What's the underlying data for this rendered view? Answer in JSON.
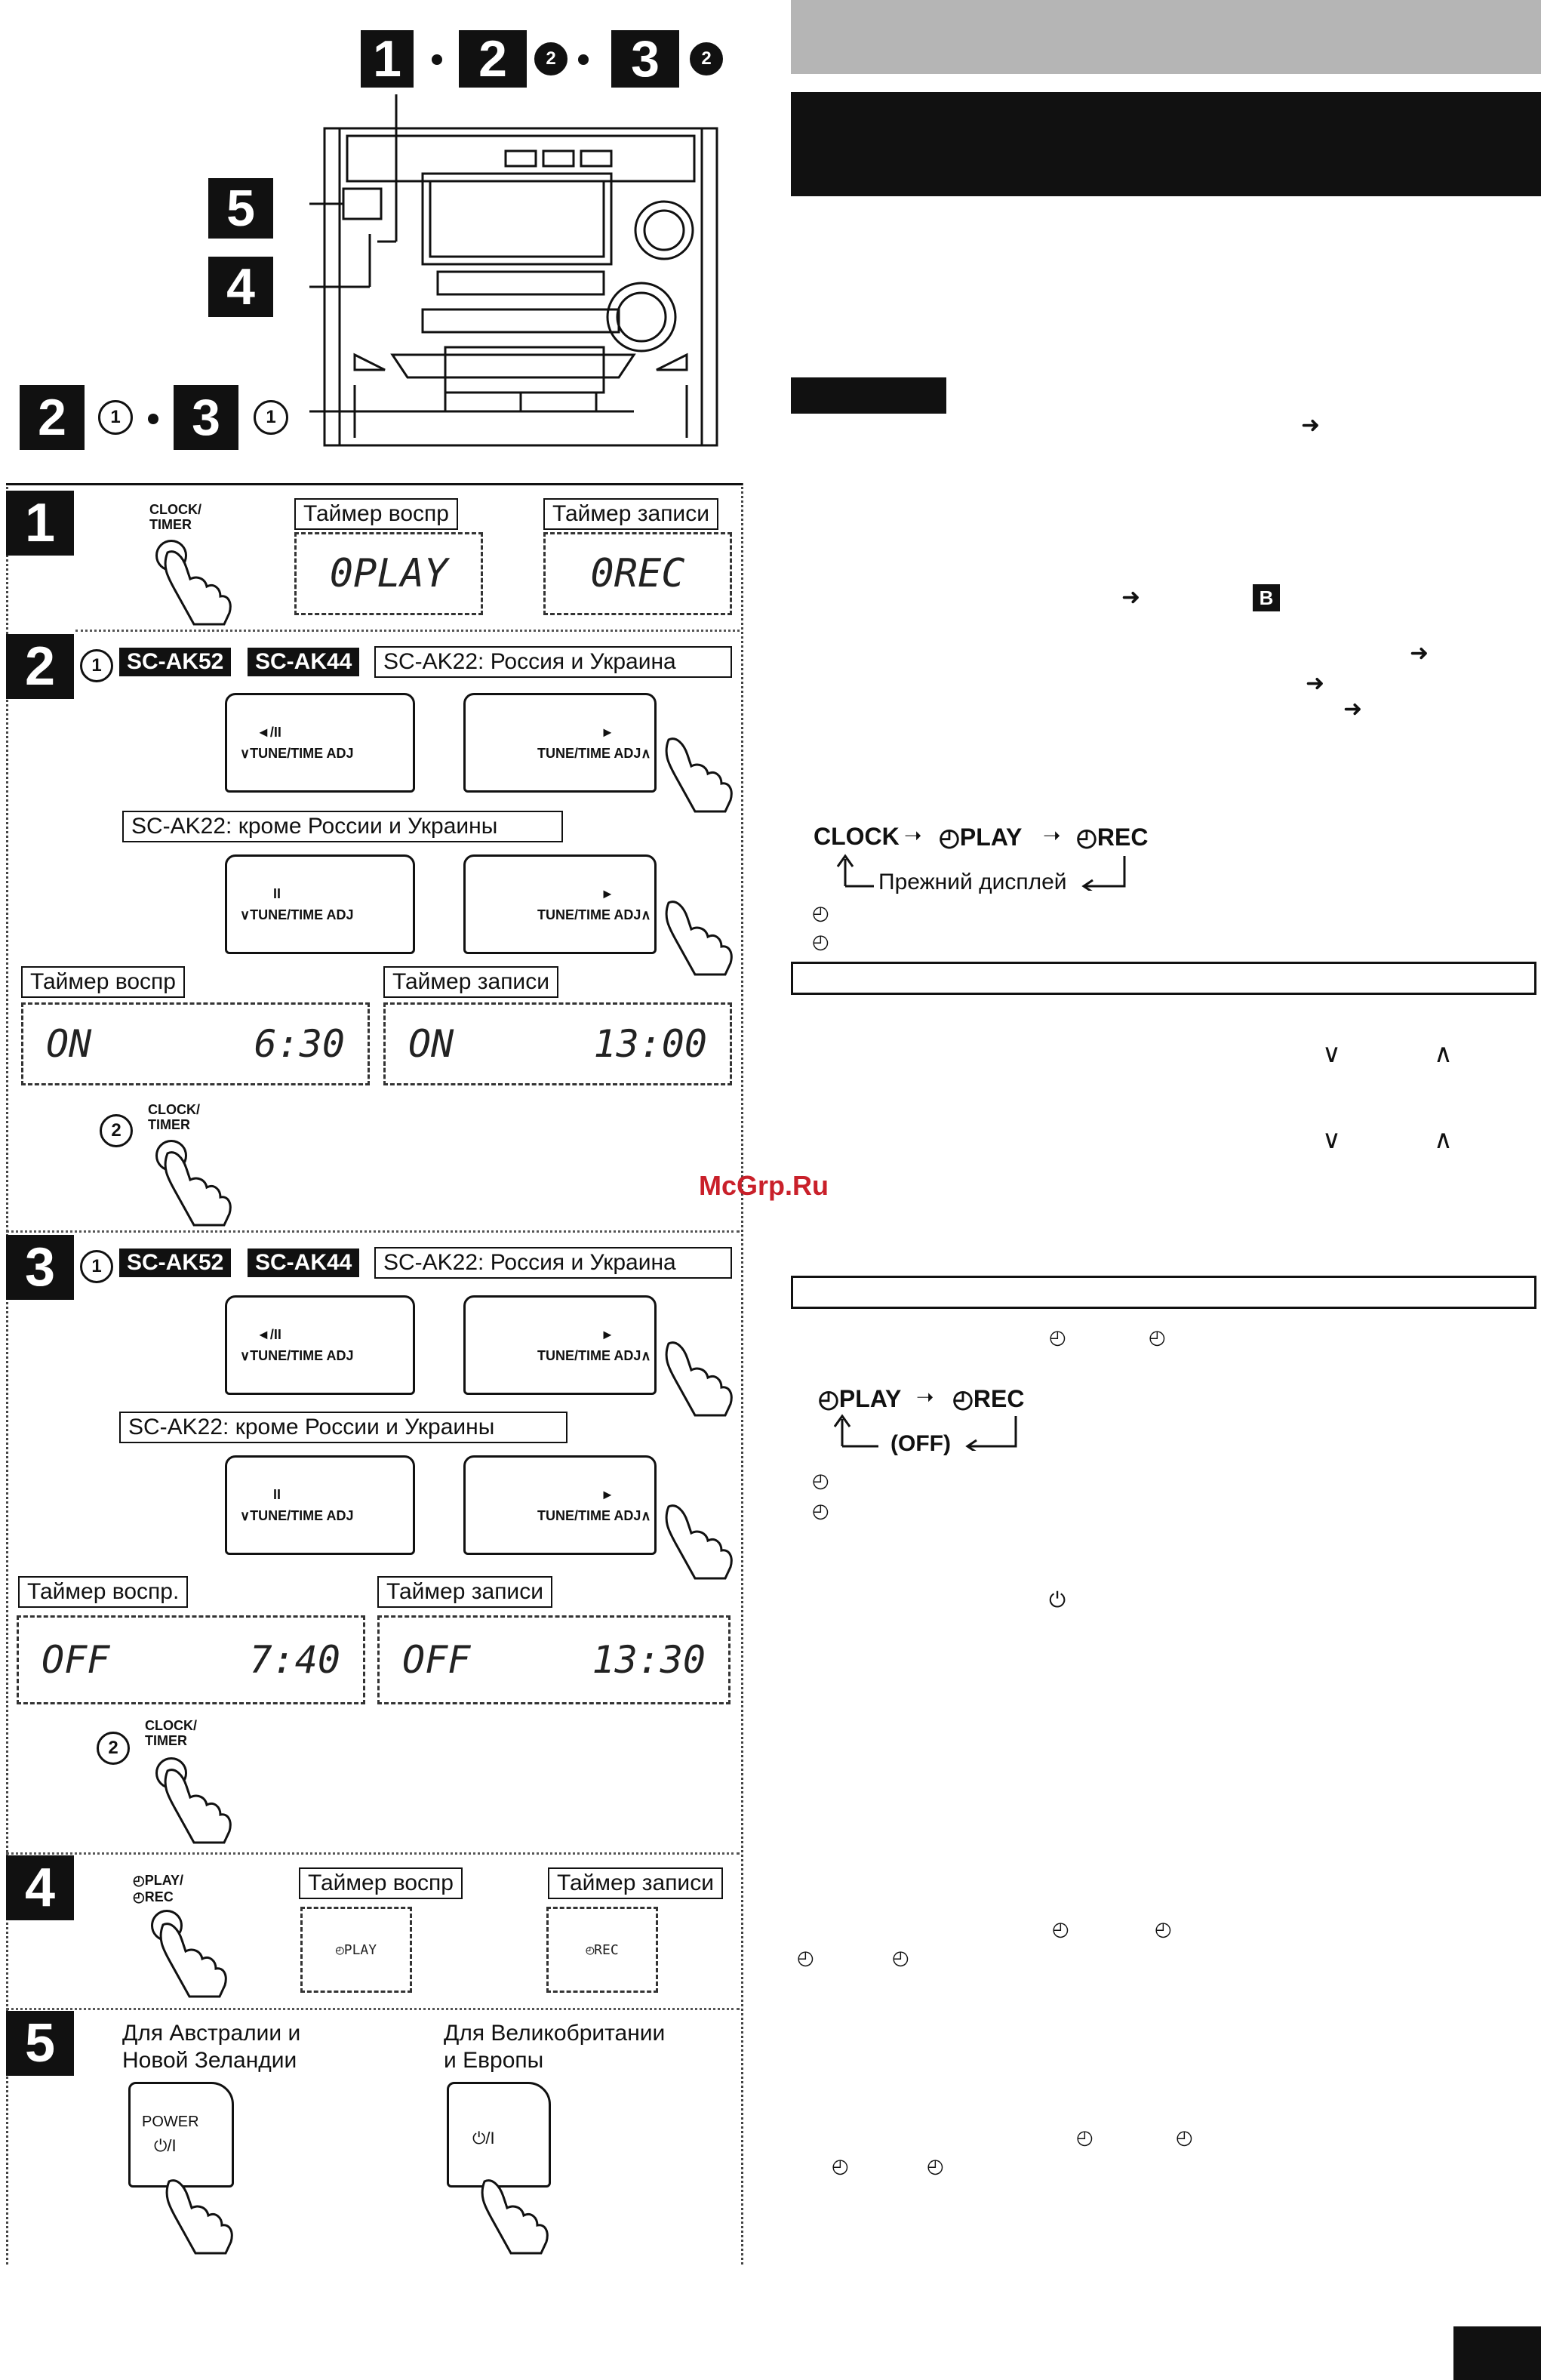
{
  "top_callout": {
    "s1": "1",
    "s2": "2",
    "c2": "2",
    "s3": "3",
    "c3": "2"
  },
  "device_callouts": {
    "s5": "5",
    "s4": "4",
    "b_s2": "2",
    "b_c2": "1",
    "b_s3": "3",
    "b_c3": "1"
  },
  "step1": {
    "num": "1",
    "button_lines": [
      "CLOCK/",
      "TIMER"
    ],
    "play_label": "Таймер воспр",
    "rec_label": "Таймер записи",
    "play_display": "0PLAY",
    "rec_display": "0REC"
  },
  "step2": {
    "num": "2",
    "sub1": "1",
    "tag_ak52": "SC-AK52",
    "tag_ak44": "SC-AK44",
    "region_ru": "SC-AK22: Россия и Украина",
    "region_other": "SC-AK22: кроме России и Украины",
    "key_left": "∨TUNE/TIME ADJ",
    "key_right": "TUNE/TIME ADJ∧",
    "sym_play_pause": "◄/II",
    "sym_pause": "II",
    "sym_play": "►",
    "play_label": "Таймер воспр",
    "rec_label": "Таймер записи",
    "play_on": "ON",
    "play_time": "6:30",
    "rec_on": "ON",
    "rec_time": "13:00",
    "sub2": "2",
    "button_lines": [
      "CLOCK/",
      "TIMER"
    ]
  },
  "step3": {
    "num": "3",
    "sub1": "1",
    "tag_ak52": "SC-AK52",
    "tag_ak44": "SC-AK44",
    "region_ru": "SC-AK22: Россия и Украина",
    "region_other": "SC-AK22: кроме России и Украины",
    "key_left": "∨TUNE/TIME ADJ",
    "key_right": "TUNE/TIME ADJ∧",
    "sym_play_pause": "◄/II",
    "sym_pause": "II",
    "sym_play": "►",
    "play_label": "Таймер воспр.",
    "rec_label": "Таймер записи",
    "play_off": "OFF",
    "play_time": "7:40",
    "rec_off": "OFF",
    "rec_time": "13:30",
    "sub2": "2",
    "button_lines": [
      "CLOCK/",
      "TIMER"
    ]
  },
  "step4": {
    "num": "4",
    "button_lines": [
      "◴PLAY/",
      "◴REC"
    ],
    "play_label": "Таймер воспр",
    "rec_label": "Таймер записи",
    "play_display": "◴PLAY",
    "rec_display": "◴REC"
  },
  "step5": {
    "num": "5",
    "aus_lines": [
      "Для Австралии и",
      "Новой Зеландии"
    ],
    "uk_lines": [
      "Для Великобритании",
      "и Европы"
    ],
    "power_label": "POWER",
    "power_symbol": "⏻/I"
  },
  "right": {
    "cycle1": {
      "a": "CLOCK",
      "b": "◴PLAY",
      "c": "◴REC",
      "back": "Прежний дисплей"
    },
    "cycle2": {
      "a": "◴PLAY",
      "b": "◴REC",
      "back": "(OFF)"
    },
    "watermark": "McGrp.Ru",
    "b_marker": "B",
    "arrow_down": "∨",
    "arrow_up": "∧",
    "clock_sym": "◴",
    "power_sym": "⏻"
  }
}
